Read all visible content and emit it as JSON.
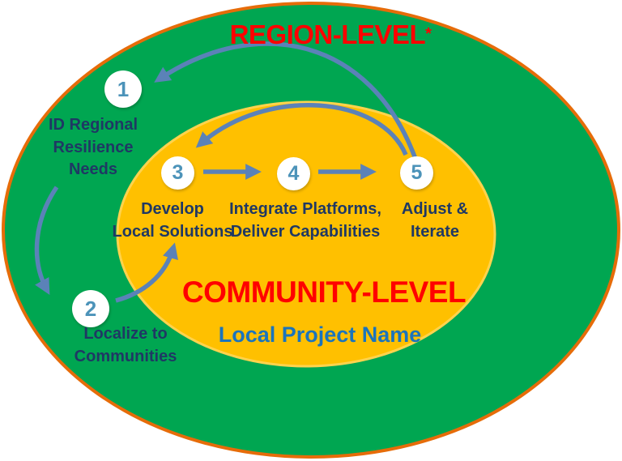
{
  "diagram": {
    "region": {
      "label": "REGION-LEVEL",
      "asterisk": "*"
    },
    "community": {
      "label": "COMMUNITY-LEVEL",
      "project_name": "Local Project Name"
    },
    "steps": [
      {
        "number": "1",
        "label": "ID Regional\nResilience\nNeeds"
      },
      {
        "number": "2",
        "label": "Localize to\nCommunities"
      },
      {
        "number": "3",
        "label": "Develop\nLocal Solutions"
      },
      {
        "number": "4",
        "label": "Integrate Platforms,\nDeliver Capabilities"
      },
      {
        "number": "5",
        "label": "Adjust &\nIterate"
      }
    ],
    "arrows": [
      "step-1-to-step-2",
      "step-2-to-step-3",
      "step-3-to-step-4",
      "step-4-to-step-5",
      "step-5-to-step-3",
      "step-5-to-step-1"
    ],
    "colors": {
      "outer_ellipse_fill": "#00a651",
      "outer_ellipse_border": "#e66c09",
      "inner_ellipse_fill": "#ffc000",
      "inner_ellipse_rim": "#ffd34d",
      "level_title_red": "#ff0000",
      "step_label_navy": "#1f3864",
      "project_name_blue": "#1b74bc",
      "arrow_blue": "#5b82b8",
      "circle_number_teal": "#4c93b9",
      "circle_fill": "#ffffff"
    }
  }
}
